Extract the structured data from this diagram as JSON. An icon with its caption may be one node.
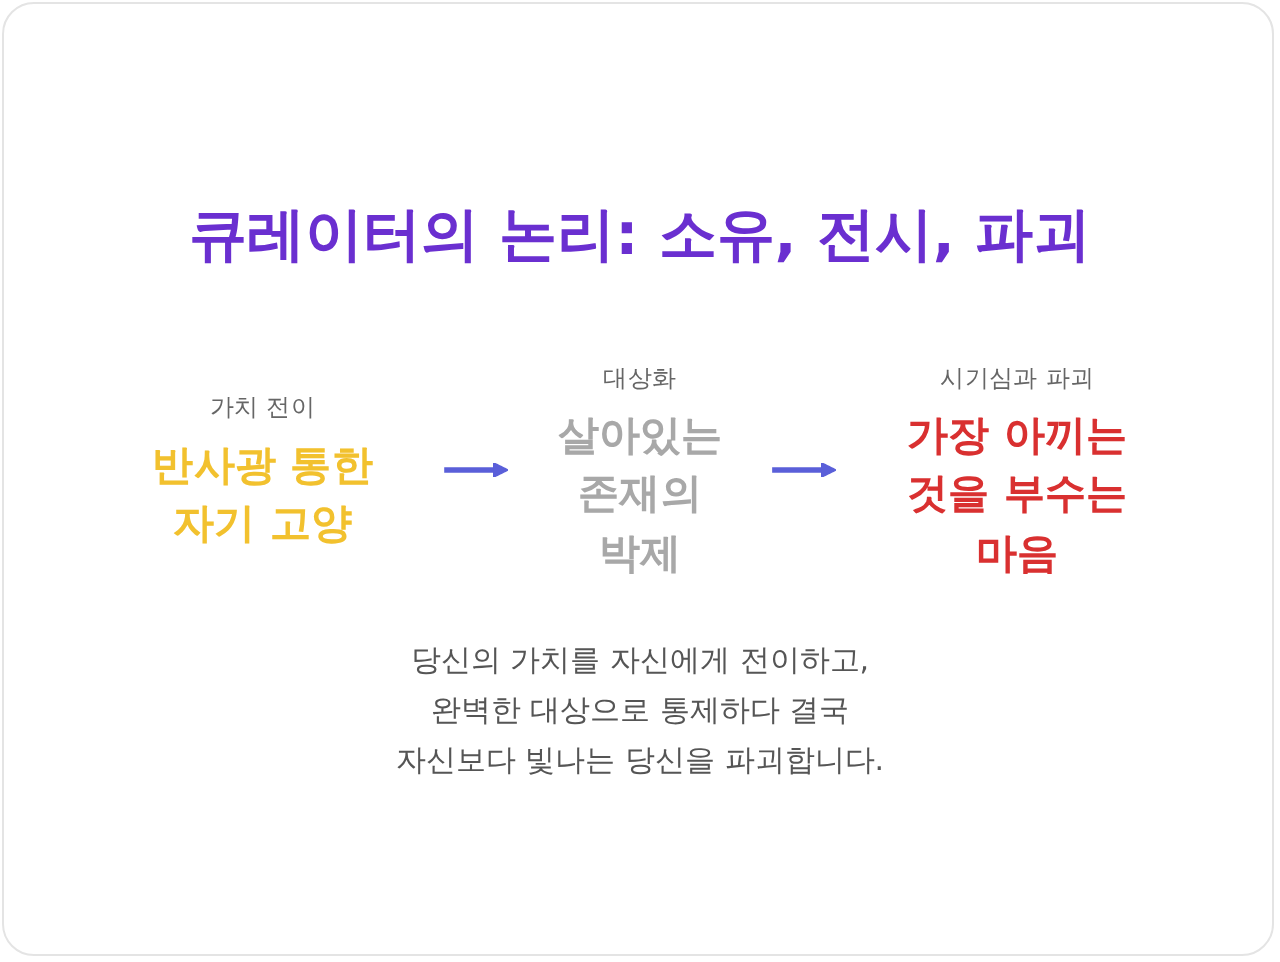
{
  "diagram": {
    "title": "큐레이터의 논리: 소유, 전시, 파괴",
    "nodes": [
      {
        "text": [
          "가치 전이",
          "반사광 통한 자기 고양"
        ]
      },
      {
        "text": [
          "대상화",
          "살아있는 존재의 박제"
        ]
      },
      {
        "text": [
          "시기심과 파괴",
          "가장 아끼는 것을 부수는 마음"
        ]
      }
    ],
    "edges": [
      {
        "from": 0,
        "to": 1,
        "arrow": "to"
      },
      {
        "from": 1,
        "to": 2,
        "arrow": "to"
      }
    ],
    "caption": "당신의 가치를 자신에게 전이하고, 완벽한 대상으로 통제하다 결국 자신보다 빛나는 당신을 파괴합니다."
  }
}
